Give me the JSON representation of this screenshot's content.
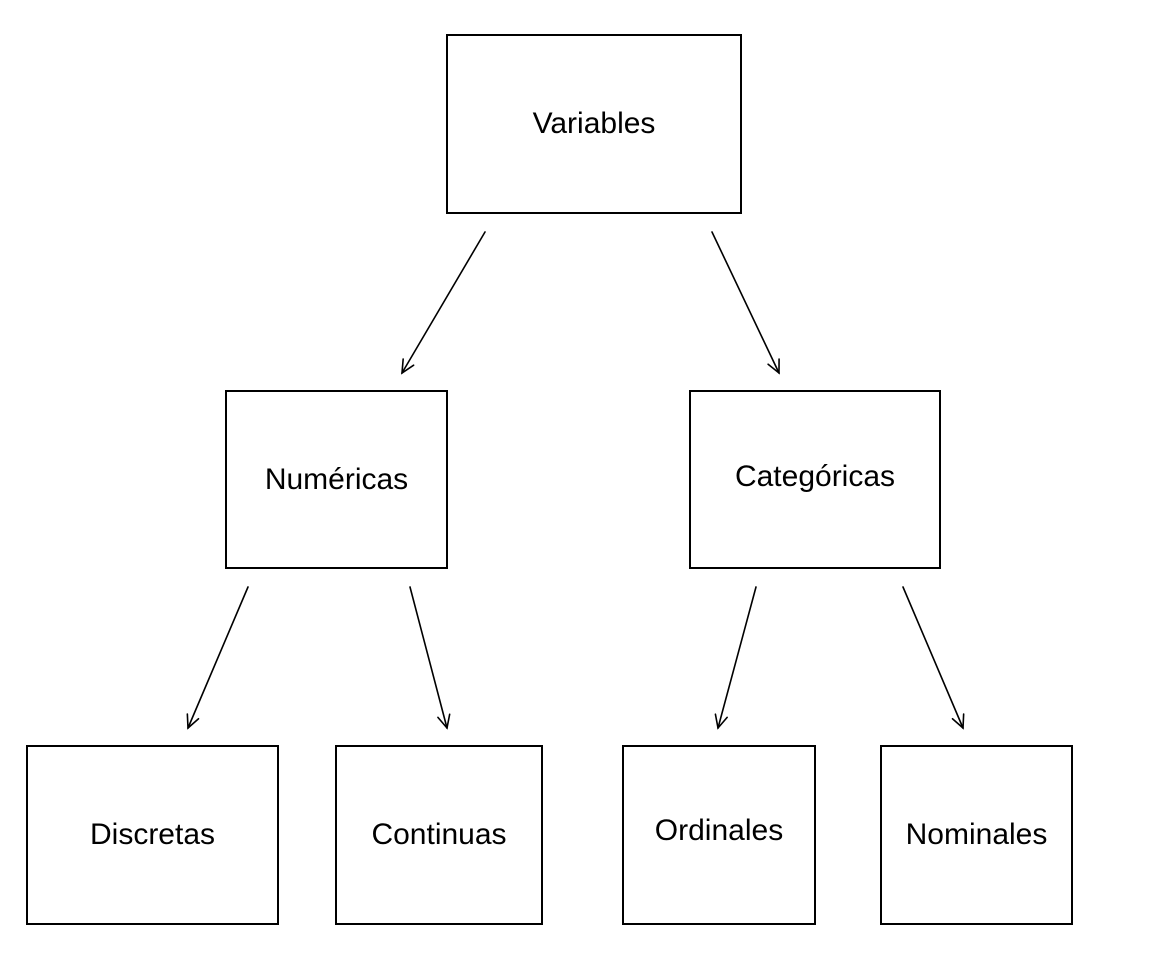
{
  "nodes": {
    "variables": "Variables",
    "numericas": "Numéricas",
    "categoricas": "Categóricas",
    "discretas": "Discretas",
    "continuas": "Continuas",
    "ordinales": "Ordinales",
    "nominales": "Nominales"
  },
  "edges": [
    {
      "from": "variables",
      "to": "numericas"
    },
    {
      "from": "variables",
      "to": "categoricas"
    },
    {
      "from": "numericas",
      "to": "discretas"
    },
    {
      "from": "numericas",
      "to": "continuas"
    },
    {
      "from": "categoricas",
      "to": "ordinales"
    },
    {
      "from": "categoricas",
      "to": "nominales"
    }
  ]
}
